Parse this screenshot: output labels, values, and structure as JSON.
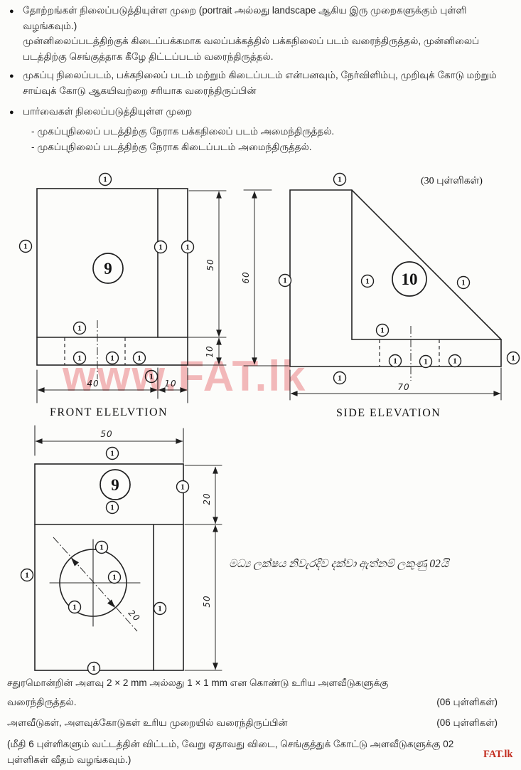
{
  "intro": {
    "bullet": "●",
    "l1": "தோற்றங்கள் நிலைப்படுத்தியுள்ள முறை (portrait அல்லது landscape ஆகிய இரு முறைகளுக்கும் புள்ளி",
    "l2": "வழங்கவும்.)",
    "l3": "முன்னிலைப்படத்திற்குக் கிடைப்பக்கமாக வலப்பக்கத்தில் பக்கநிலைப் படம் வரைந்திருத்தல், முன்னிலைப்",
    "l4": "படத்திற்கு செங்குத்தாக கீழே திட்டப்படம் வரைந்திருத்தல்.",
    "l5": "முகப்பு நிலைப்படம், பக்கநிலைப் படம் மற்றும் கிடைப்படம் என்பனவும், நேர்விளிம்பு, முறிவுக் கோடு மற்றும்",
    "l6": "சாய்வுக் கோடு ஆகயிவற்றை சரியாக வரைந்திருப்பின்",
    "l7": "பார்வைகள் நிலைப்படுத்தியுள்ள முறை",
    "l8": "- முகப்புநிலைப் படத்திற்கு நேராக பக்கநிலைப் படம் அமைந்திருத்தல்.",
    "l9": "- முகப்புநிலைப் படத்திற்கு நேராக கிடைப்படம் அமைந்திருத்தல்."
  },
  "drawings": {
    "marker_label": "1",
    "front": {
      "caption": "FRONT ELELVTION",
      "part_number": "9",
      "dim_height_upper": "50",
      "dim_height_lower": "10",
      "dim_width_main": "40",
      "dim_width_right": "10"
    },
    "side": {
      "caption": "SIDE ELEVATION",
      "part_number": "10",
      "marks_note": "(30 புள்ளிகள்)",
      "dim_height": "60",
      "dim_width": "70"
    },
    "plan": {
      "part_number": "9",
      "dim_width_top": "50",
      "dim_height_upper": "20",
      "dim_height_lower": "50",
      "dim_circle_diameter": "20"
    },
    "sinhala_note": "මධ්‍ය ලක්ෂය නිවැරදිව දක්වා ඇත්නම් ලකුණු 02යි"
  },
  "footer": {
    "f1": "சதுரமொன்றின் அளவு 2 × 2 mm அல்லது 1 × 1 mm என கொண்டு உரிய அளவீடுகளுக்கு",
    "f2": "வரைந்திருத்தல்.",
    "f2_marks": "(06 புள்ளிகள்)",
    "f3": "அளவீடுகள், அளவுக்கோடுகள் உரிய முறையில் வரைந்திருப்பின்",
    "f3_marks": "(06 புள்ளிகள்)",
    "f4": "(மீதி 6 புள்ளிகளும் வட்டத்தின் விட்டம், வேறு ஏதாவது விடை, செங்குத்துக் கோட்டு அளவீடுகளுக்கு 02",
    "f5": "புள்ளிகள் வீதம் வழங்கவும்.)"
  },
  "watermark": {
    "center": "www.FAT.lk",
    "corner": "FAT.lk",
    "center_color": "#ef9094",
    "corner_color": "#c22b1d"
  }
}
